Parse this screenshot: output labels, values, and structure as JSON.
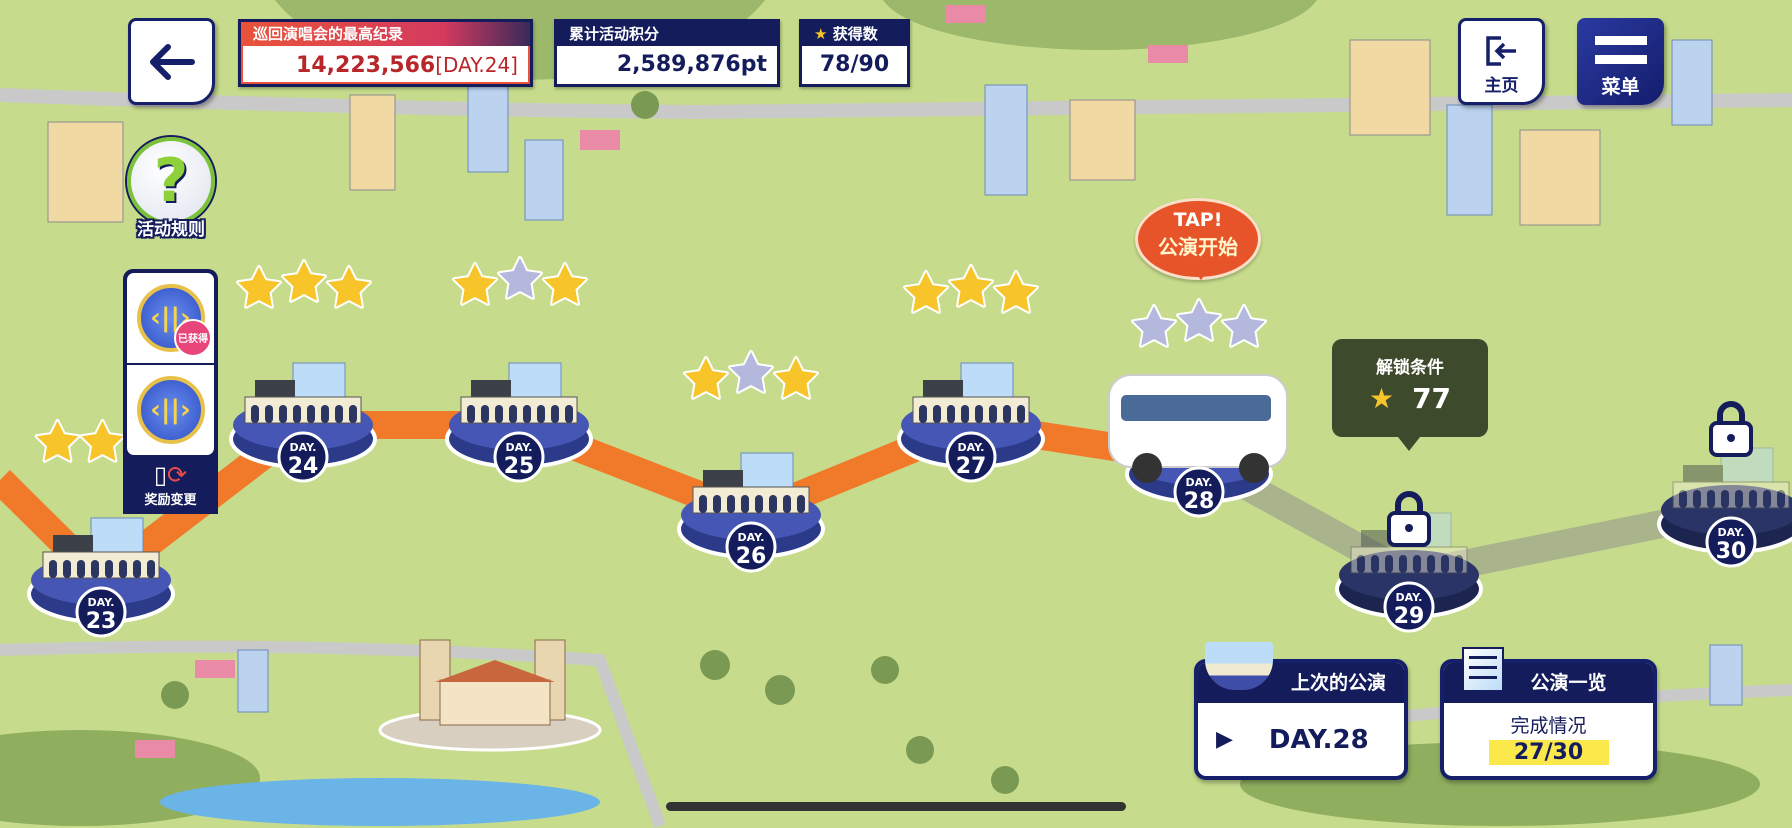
{
  "header": {
    "record": {
      "label": "巡回演唱会的最高纪录",
      "score": "14,223,566",
      "day": "[DAY.24]"
    },
    "points": {
      "label": "累计活动积分",
      "value": "2,589,876pt"
    },
    "stars": {
      "label": "获得数",
      "value": "78/90"
    },
    "home_label": "主页",
    "menu_label": "菜单"
  },
  "side": {
    "rules_label": "活动规则",
    "reward_obtained_stamp": "已获得",
    "reward_change_label": "奖励变更"
  },
  "map": {
    "day_prefix": "DAY.",
    "stages": [
      {
        "day": "23",
        "stars": [
          1,
          1
        ],
        "locked": false
      },
      {
        "day": "24",
        "stars": [
          1,
          1,
          1
        ],
        "locked": false
      },
      {
        "day": "25",
        "stars": [
          1,
          0,
          1
        ],
        "locked": false
      },
      {
        "day": "26",
        "stars": [
          1,
          0,
          1
        ],
        "locked": false
      },
      {
        "day": "27",
        "stars": [
          1,
          1,
          1
        ],
        "locked": false
      },
      {
        "day": "28",
        "stars": [
          0,
          0,
          0
        ],
        "locked": false,
        "current": true
      },
      {
        "day": "29",
        "stars": [],
        "locked": true
      },
      {
        "day": "30",
        "stars": [],
        "locked": true
      }
    ],
    "tap_bubble": {
      "line1": "TAP!",
      "line2": "公演开始"
    },
    "unlock": {
      "title": "解锁条件",
      "value": "77"
    }
  },
  "bottom": {
    "last": {
      "title": "上次的公演",
      "value": "DAY.28"
    },
    "list": {
      "title": "公演一览",
      "sub": "完成情况",
      "value": "27/30"
    }
  },
  "colors": {
    "navy": "#141c5c",
    "path": "#f07a2a",
    "locked_path": "#a9b48c",
    "bg": "#c6dc8c"
  }
}
